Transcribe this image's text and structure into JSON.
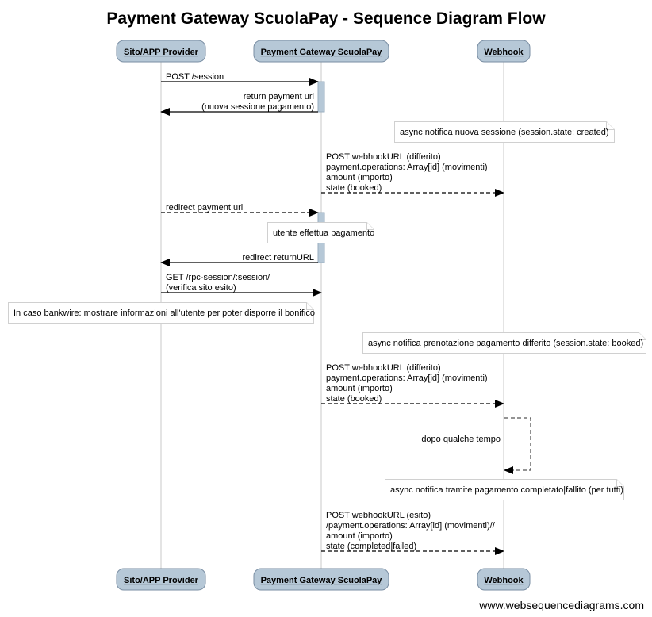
{
  "title": "Payment Gateway ScuolaPay - Sequence Diagram Flow",
  "actors": [
    {
      "id": "provider",
      "label": "Sito/APP Provider"
    },
    {
      "id": "gateway",
      "label": "Payment Gateway ScuolaPay"
    },
    {
      "id": "webhook",
      "label": "Webhook"
    }
  ],
  "steps": [
    {
      "kind": "message",
      "from": "provider",
      "to": "gateway",
      "style": "solid",
      "lines": [
        "POST /session"
      ]
    },
    {
      "kind": "message",
      "from": "gateway",
      "to": "provider",
      "style": "solid",
      "lines": [
        "return payment url",
        "(nuova sessione pagamento)"
      ]
    },
    {
      "kind": "note",
      "lines": [
        "async notifica nuova sessione (session.state: created)"
      ]
    },
    {
      "kind": "message",
      "from": "gateway",
      "to": "webhook",
      "style": "dashed",
      "lines": [
        "POST webhookURL (differito)",
        "payment.operations: Array[id] (movimenti)",
        "amount (importo)",
        "state (booked)"
      ]
    },
    {
      "kind": "message",
      "from": "provider",
      "to": "gateway",
      "style": "dashed",
      "lines": [
        "redirect payment url"
      ]
    },
    {
      "kind": "note",
      "lines": [
        "utente effettua pagamento"
      ]
    },
    {
      "kind": "message",
      "from": "gateway",
      "to": "provider",
      "style": "solid",
      "lines": [
        "redirect returnURL"
      ]
    },
    {
      "kind": "message",
      "from": "provider",
      "to": "gateway",
      "style": "solid",
      "lines": [
        "GET /rpc-session/:session/",
        "(verifica sito esito)"
      ]
    },
    {
      "kind": "note",
      "lines": [
        "In caso bankwire: mostrare informazioni all'utente per poter disporre il bonifico"
      ]
    },
    {
      "kind": "note",
      "lines": [
        "async notifica prenotazione pagamento differito (session.state: booked)"
      ]
    },
    {
      "kind": "message",
      "from": "gateway",
      "to": "webhook",
      "style": "dashed",
      "lines": [
        "POST webhookURL (differito)",
        "payment.operations: Array[id] (movimenti)",
        "amount (importo)",
        "state (booked)"
      ]
    },
    {
      "kind": "self",
      "actor": "webhook",
      "style": "dashed",
      "lines": [
        "dopo qualche tempo"
      ]
    },
    {
      "kind": "note",
      "lines": [
        "async notifica tramite pagamento completato|fallito (per tutti)"
      ]
    },
    {
      "kind": "message",
      "from": "gateway",
      "to": "webhook",
      "style": "dashed",
      "lines": [
        "POST webhookURL (esito)",
        "/payment.operations: Array[id] (movimenti)//",
        "amount (importo)",
        "state (completed|failed)"
      ]
    }
  ],
  "footer": "www.websequencediagrams.com",
  "colors": {
    "actor_fill": "#b6c8d7",
    "actor_stroke": "#7a8ea3",
    "lifeline": "#c8c8c8",
    "note_stroke": "#d0d0d0"
  }
}
